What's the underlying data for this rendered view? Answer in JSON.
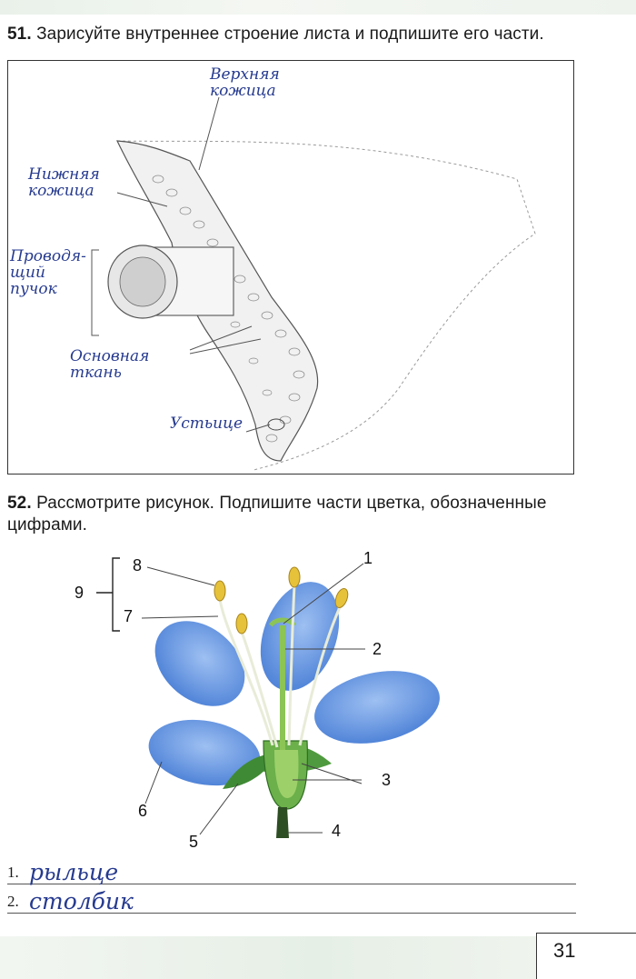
{
  "task51": {
    "number": "51.",
    "text": " Зарисуйте внутреннее строение листа и подпишите его части.",
    "labels": {
      "upper_skin": "Верхняя\nкожица",
      "lower_skin": "Нижняя\nкожица",
      "vascular_bundle": "Проводя-\nщий\nпучок",
      "ground_tissue": "Основная\nткань",
      "stoma": "Устьице"
    }
  },
  "task52": {
    "number": "52.",
    "text": " Рассмотрите рисунок. Подпишите части цветка, обозначенные цифрами.",
    "markers": [
      "1",
      "2",
      "3",
      "4",
      "5",
      "6",
      "7",
      "8",
      "9"
    ],
    "answers": [
      {
        "index": "1.",
        "value": "рыльце"
      },
      {
        "index": "2.",
        "value": "столбик"
      }
    ]
  },
  "page_number": "31",
  "colors": {
    "ink": "#263a8f",
    "petal": "#5b8fe0",
    "sepal": "#3f8a34",
    "anther": "#e6c23a"
  }
}
